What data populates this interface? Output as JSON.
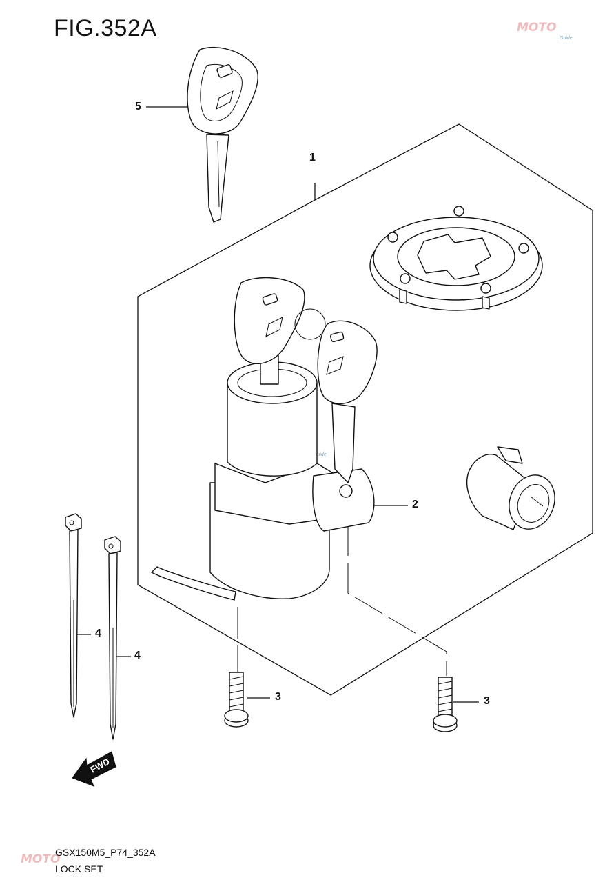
{
  "figure": {
    "title": "FIG.352A"
  },
  "watermark": {
    "brand": "MOTO",
    "sub": "Guide"
  },
  "callouts": {
    "key": "5",
    "lock_set": "1",
    "ignition_switch": "2",
    "bolt_left": "3",
    "bolt_right": "3",
    "tie_left": "4",
    "tie_right": "4"
  },
  "fwd_arrow": {
    "label": "FWD"
  },
  "footer": {
    "code": "GSX150M5_P74_352A",
    "name": "LOCK SET"
  }
}
